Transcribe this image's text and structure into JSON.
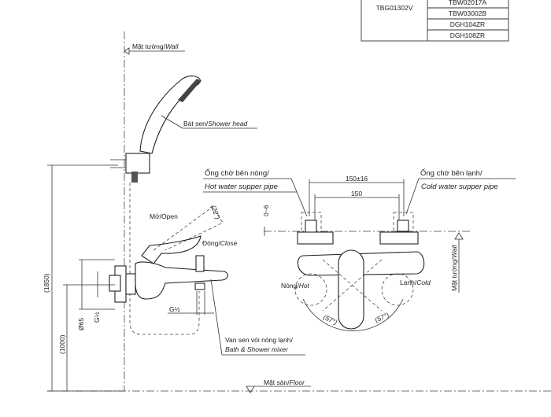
{
  "model_table": {
    "model": "TBG01302V",
    "parts": [
      "TBW02017A",
      "TBW03002B",
      "DGH104ZR",
      "DGH108ZR"
    ]
  },
  "labels": {
    "wall_top": {
      "vi": "Mặt tường/",
      "en": "Wall"
    },
    "shower_head": {
      "vi": "Bát sen/",
      "en": "Shower head"
    },
    "hot_pipe": {
      "vi": "Ống chờ bên nóng/",
      "en": "Hot water supper pipe"
    },
    "cold_pipe": {
      "vi": "Ống chờ bên lạnh/",
      "en": "Cold water supper pipe"
    },
    "open": "Mở/Open",
    "close": {
      "vi": "Đóng/",
      "en": "Close"
    },
    "hot": {
      "vi": "Nóng/",
      "en": "Hot"
    },
    "cold": {
      "vi": "Lạnh/",
      "en": "Cold"
    },
    "wall_side": {
      "vi": "Mặt tường/",
      "en": "Wall"
    },
    "mixer": {
      "vi": "Van sen vòi nóng lạnh/",
      "en": "Bath & Shower mixer"
    },
    "floor": {
      "vi": "Mặt sàn/",
      "en": "Floor"
    }
  },
  "dimensions": {
    "pipe_spacing_tol": "150±16",
    "pipe_spacing": "150",
    "offset": "0~6",
    "lever_angle": "(22°)",
    "rot_left": "(57°)",
    "rot_right": "(57°)",
    "thread_outlet": "G½",
    "thread_inlet": "G½",
    "flange_dia": "Ø65",
    "height_mixer": "(1000)",
    "height_total": "(1850)"
  }
}
